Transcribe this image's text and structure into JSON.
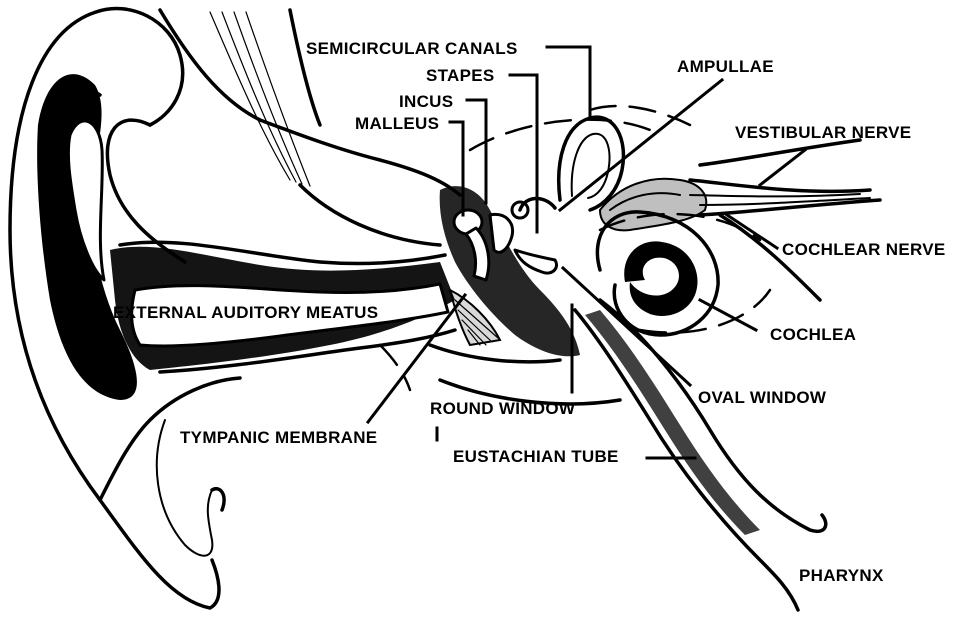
{
  "labels": {
    "semicircular_canals": "SEMICIRCULAR CANALS",
    "stapes": "STAPES",
    "incus": "INCUS",
    "malleus": "MALLEUS",
    "ampullae": "AMPULLAE",
    "vestibular_nerve": "VESTIBULAR NERVE",
    "cochlear_nerve": "COCHLEAR NERVE",
    "external_auditory_meatus": "EXTERNAL AUDITORY MEATUS",
    "cochlea": "COCHLEA",
    "oval_window": "OVAL WINDOW",
    "round_window": "ROUND WINDOW",
    "tympanic_membrane": "TYMPANIC MEMBRANE",
    "eustachian_tube": "EUSTACHIAN TUBE",
    "pharynx": "PHARYNX"
  }
}
